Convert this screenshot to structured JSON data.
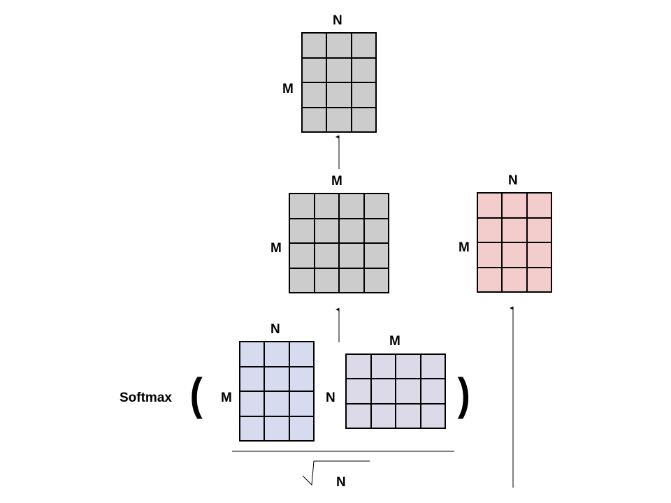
{
  "colors": {
    "gray_fill": "#cccccc",
    "red_fill": "#f3cccc",
    "blue_fill": "#d6dbf0",
    "purple_fill": "#dcdae8",
    "line": "#000000"
  },
  "output_matrix": {
    "top_label": "N",
    "side_label": "M",
    "rows": 4,
    "cols": 3
  },
  "attention_matrix": {
    "top_label": "M",
    "side_label": "M",
    "rows": 4,
    "cols": 4
  },
  "value_matrix": {
    "top_label": "N",
    "side_label": "M",
    "rows": 4,
    "cols": 3
  },
  "query_matrix": {
    "top_label": "N",
    "side_label": "M",
    "rows": 4,
    "cols": 3
  },
  "key_matrix": {
    "top_label": "M",
    "side_label": "N",
    "rows": 3,
    "cols": 4
  },
  "formula": {
    "function_label": "Softmax",
    "open_paren": "(",
    "close_paren": ")",
    "sqrt_label": "N"
  }
}
